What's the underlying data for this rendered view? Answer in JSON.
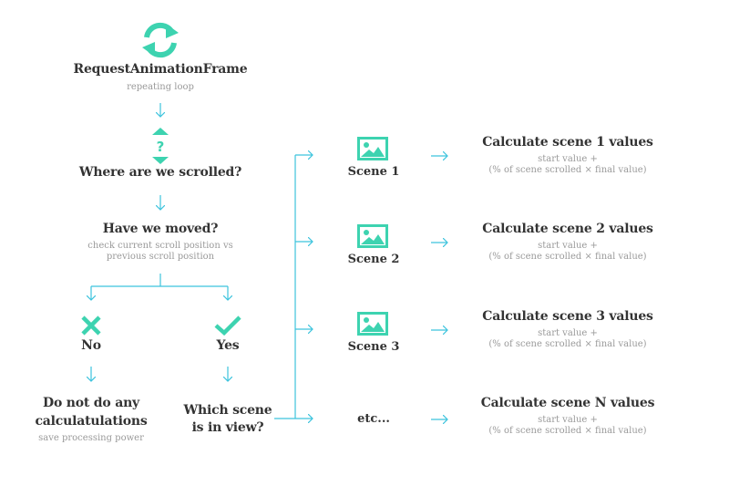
{
  "colors": {
    "accent": "#3dd3b0",
    "line": "#3cc3dd",
    "text": "#333333",
    "muted": "#9a9a9a"
  },
  "loop": {
    "icon": "refresh-loop-icon",
    "title": "RequestAnimationFrame",
    "subtitle": "repeating loop"
  },
  "scroll": {
    "icon": "scroll-question-icon",
    "title": "Where are we scrolled?"
  },
  "moved": {
    "title": "Have we moved?",
    "subtitle_line1": "check current scroll position vs",
    "subtitle_line2": "previous scroll position"
  },
  "no": {
    "icon": "cross-icon",
    "label": "No"
  },
  "yes": {
    "icon": "check-icon",
    "label": "Yes"
  },
  "no_action": {
    "title_line1": "Do not do any",
    "title_line2": "calculatulations",
    "subtitle": "save processing power"
  },
  "which_scene": {
    "title_line1": "Which scene",
    "title_line2": "is in view?"
  },
  "scenes": [
    {
      "icon": "image-icon",
      "label": "Scene 1",
      "calc_title": "Calculate scene 1 values",
      "calc_line1": "start value +",
      "calc_line2": "(% of scene scrolled × final value)"
    },
    {
      "icon": "image-icon",
      "label": "Scene 2",
      "calc_title": "Calculate scene 2 values",
      "calc_line1": "start value +",
      "calc_line2": "(% of scene scrolled × final value)"
    },
    {
      "icon": "image-icon",
      "label": "Scene 3",
      "calc_title": "Calculate scene 3 values",
      "calc_line1": "start value +",
      "calc_line2": "(% of scene scrolled × final value)"
    },
    {
      "icon": "",
      "label": "etc...",
      "calc_title": "Calculate scene N values",
      "calc_line1": "start value +",
      "calc_line2": "(% of scene scrolled × final value)"
    }
  ]
}
